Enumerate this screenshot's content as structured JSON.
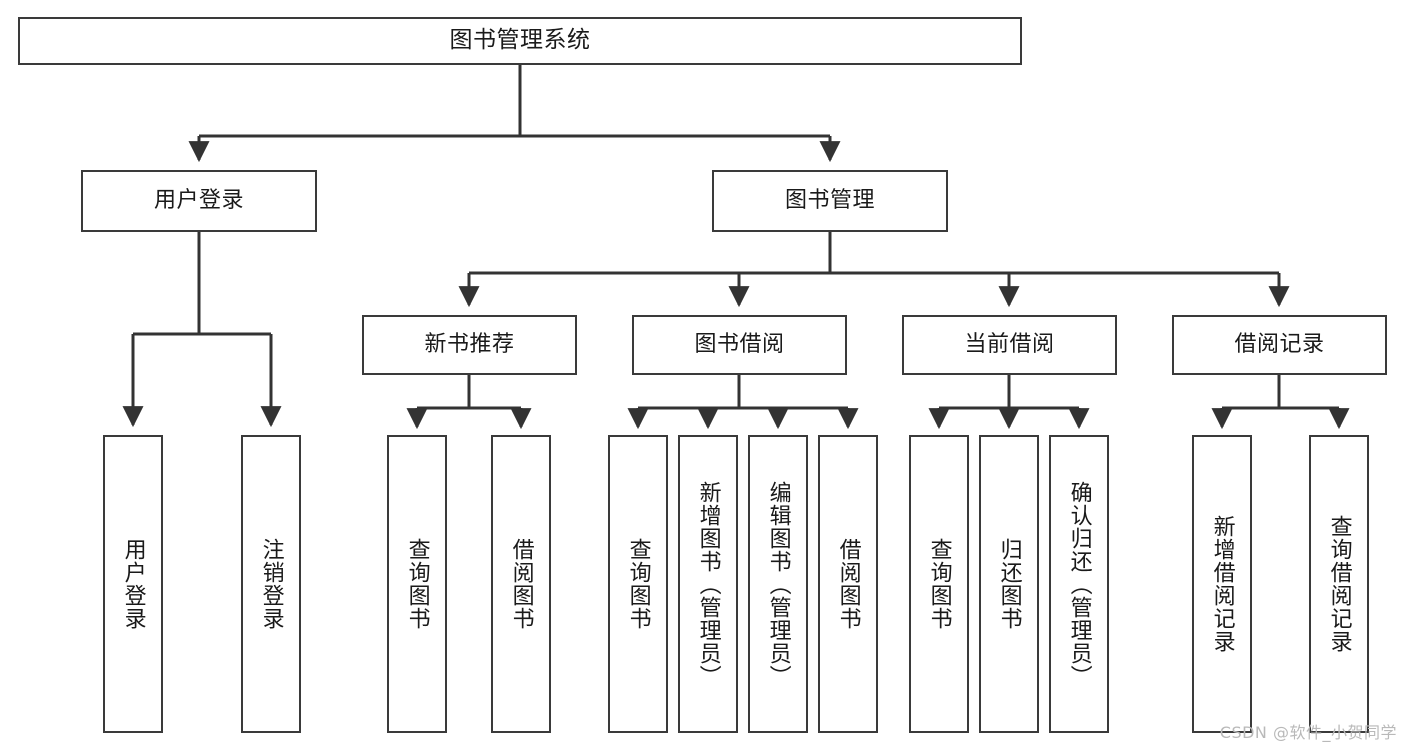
{
  "diagram": {
    "title": "图书管理系统",
    "type": "tree-hierarchy-chart",
    "colors": {
      "box_border": "#3a3a3a",
      "box_fill": "#ffffff",
      "edge": "#333333",
      "text": "#1a1a1a",
      "watermark": "#b9b9b9",
      "background": "#ffffff"
    },
    "watermark": "CSDN @软件_小贺同学",
    "nodes": {
      "root": {
        "label": "图书管理系统"
      },
      "level2": [
        {
          "id": "user-login",
          "label": "用户登录"
        },
        {
          "id": "book-manage",
          "label": "图书管理"
        }
      ],
      "level3": [
        {
          "id": "new-book-recommend",
          "label": "新书推荐"
        },
        {
          "id": "book-borrow",
          "label": "图书借阅"
        },
        {
          "id": "current-borrow",
          "label": "当前借阅"
        },
        {
          "id": "borrow-record",
          "label": "借阅记录"
        }
      ],
      "leaves": {
        "user-login": [
          {
            "id": "leaf-user-login",
            "label": "用户登录"
          },
          {
            "id": "leaf-user-logout",
            "label": "注销登录"
          }
        ],
        "new-book-recommend": [
          {
            "id": "leaf-query-book-1",
            "label": "查询图书"
          },
          {
            "id": "leaf-borrow-book-1",
            "label": "借阅图书"
          }
        ],
        "book-borrow": [
          {
            "id": "leaf-query-book-2",
            "label": "查询图书"
          },
          {
            "id": "leaf-add-book",
            "label": "新增图书（管理员）"
          },
          {
            "id": "leaf-edit-book",
            "label": "编辑图书（管理员）"
          },
          {
            "id": "leaf-borrow-book-2",
            "label": "借阅图书"
          }
        ],
        "current-borrow": [
          {
            "id": "leaf-query-book-3",
            "label": "查询图书"
          },
          {
            "id": "leaf-return-book",
            "label": "归还图书"
          },
          {
            "id": "leaf-confirm-return",
            "label": "确认归还（管理员）"
          }
        ],
        "borrow-record": [
          {
            "id": "leaf-add-record",
            "label": "新增借阅记录"
          },
          {
            "id": "leaf-query-record",
            "label": "查询借阅记录"
          }
        ]
      }
    }
  }
}
